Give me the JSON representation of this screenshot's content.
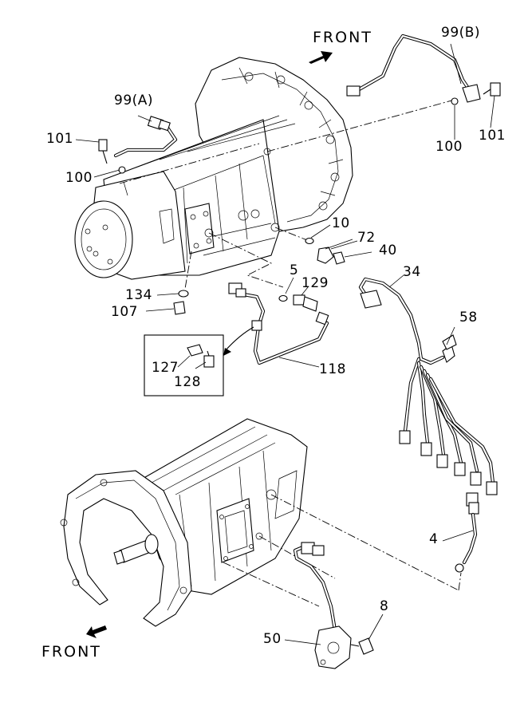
{
  "labels": {
    "front_top": "FRONT",
    "front_bottom": "FRONT",
    "p99b": "99(B)",
    "p99a": "99(A)",
    "p101_left": "101",
    "p101_right": "101",
    "p100_left": "100",
    "p100_right": "100",
    "p10": "10",
    "p72": "72",
    "p40": "40",
    "p34": "34",
    "p5": "5",
    "p129": "129",
    "p58": "58",
    "p134": "134",
    "p107": "107",
    "p127": "127",
    "p128": "128",
    "p118": "118",
    "p4": "4",
    "p8": "8",
    "p50": "50"
  }
}
